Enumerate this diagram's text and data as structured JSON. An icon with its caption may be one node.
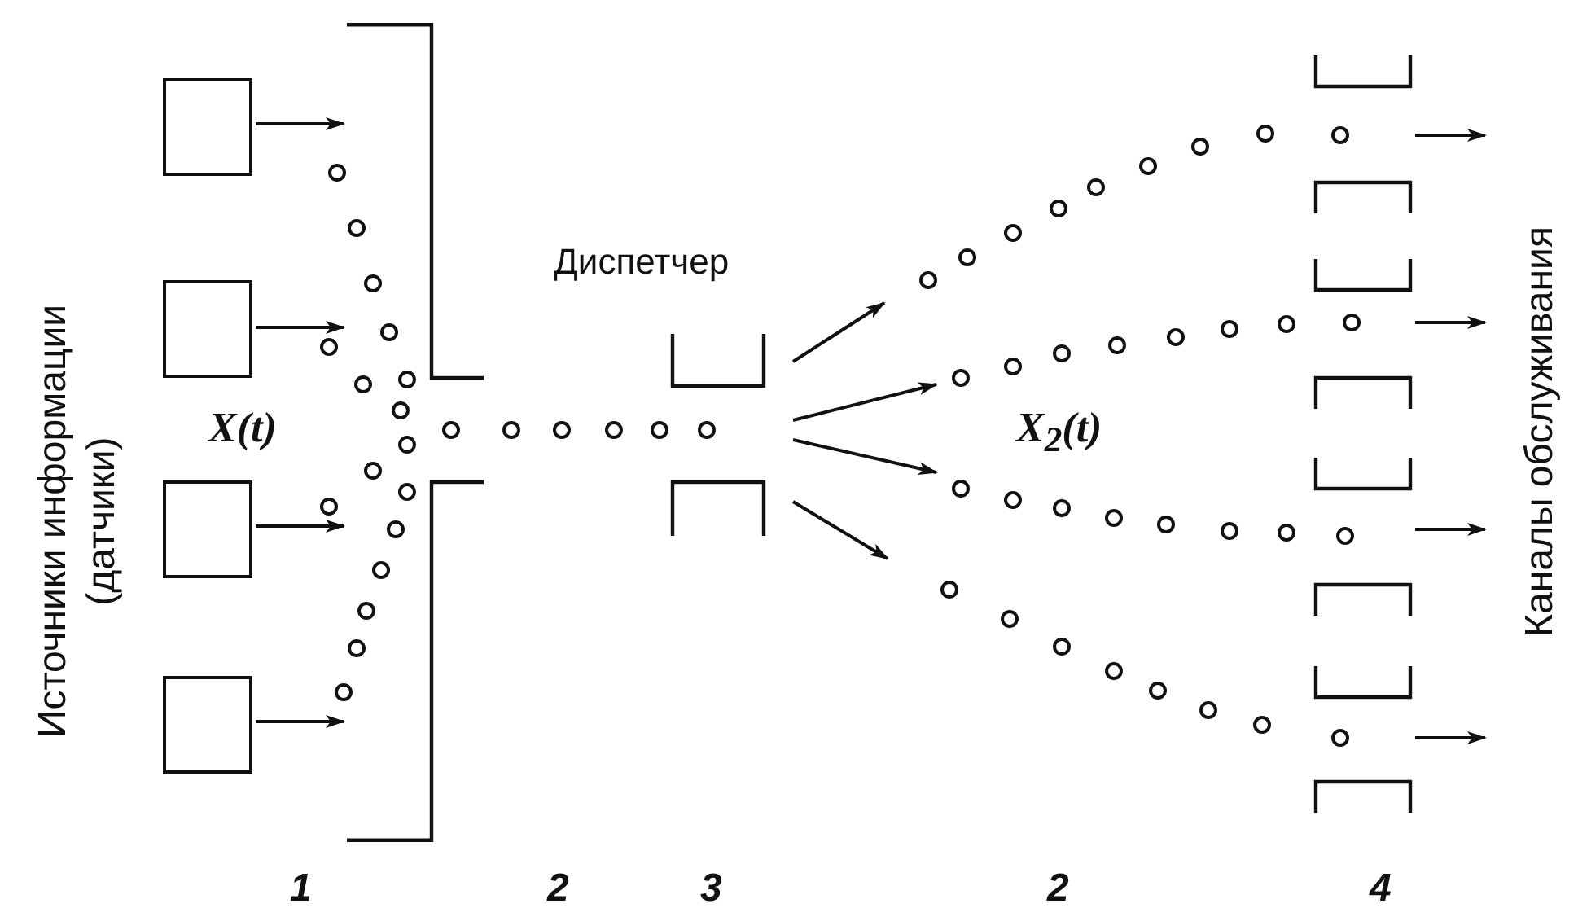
{
  "diagram": {
    "nodes": [
      {
        "text": [],
        "shape": "box"
      },
      {
        "text": [],
        "shape": "box"
      },
      {
        "text": [],
        "shape": "box"
      },
      {
        "text": [],
        "shape": "box"
      },
      {
        "text": [],
        "shape": "bracket"
      },
      {
        "text": [
          "Диспетчер"
        ]
      },
      {
        "text": [],
        "shape": "bracket"
      },
      {
        "text": [],
        "shape": "bracket"
      },
      {
        "text": [],
        "shape": "bracket"
      },
      {
        "text": [],
        "shape": "bracket"
      }
    ],
    "edges": [
      {
        "from": 0,
        "to": 4,
        "arrow": "to"
      },
      {
        "from": 1,
        "to": 4,
        "arrow": "to"
      },
      {
        "from": 2,
        "to": 4,
        "arrow": "to"
      },
      {
        "from": 3,
        "to": 4,
        "arrow": "to"
      },
      {
        "from": 5,
        "to": null,
        "arrow": "to"
      },
      {
        "from": 5,
        "to": null,
        "arrow": "to"
      },
      {
        "from": 5,
        "to": null,
        "arrow": "to"
      },
      {
        "from": 5,
        "to": null,
        "arrow": "to"
      },
      {
        "from": 6,
        "to": null,
        "arrow": "to"
      },
      {
        "from": 7,
        "to": null,
        "arrow": "to"
      },
      {
        "from": 8,
        "to": null,
        "arrow": "to"
      },
      {
        "from": 9,
        "to": null,
        "arrow": "to"
      }
    ],
    "labels": [
      "Источники информации (датчики)",
      "X(t)",
      "X$_{2}$(t)",
      "Каналы обслуживания",
      "1",
      "2",
      "3",
      "2",
      "4"
    ]
  }
}
